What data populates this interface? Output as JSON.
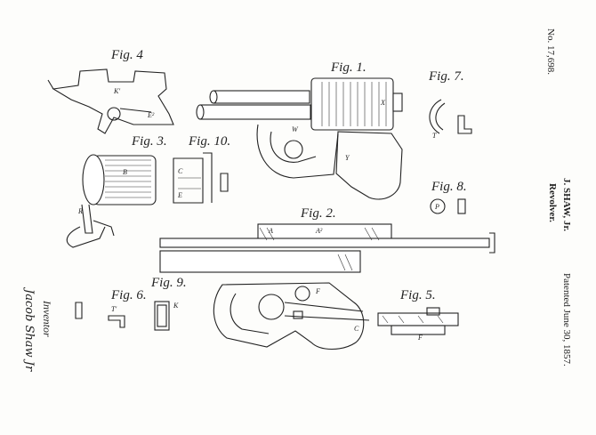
{
  "patent": {
    "number": "No. 17,698.",
    "inventor": "J. SHAW, Jr.",
    "title": "Revolver.",
    "date": "Patented June 30, 1857."
  },
  "figures": {
    "fig1": "Fig. 1.",
    "fig2": "Fig. 2.",
    "fig3": "Fig. 3.",
    "fig4": "Fig. 4",
    "fig5": "Fig. 5.",
    "fig6": "Fig. 6.",
    "fig7": "Fig. 7.",
    "fig8": "Fig. 8.",
    "fig9": "Fig. 9.",
    "fig10": "Fig. 10."
  },
  "inventor_block": {
    "caption": "Inventor",
    "signature": "Jacob Shaw Jr"
  }
}
